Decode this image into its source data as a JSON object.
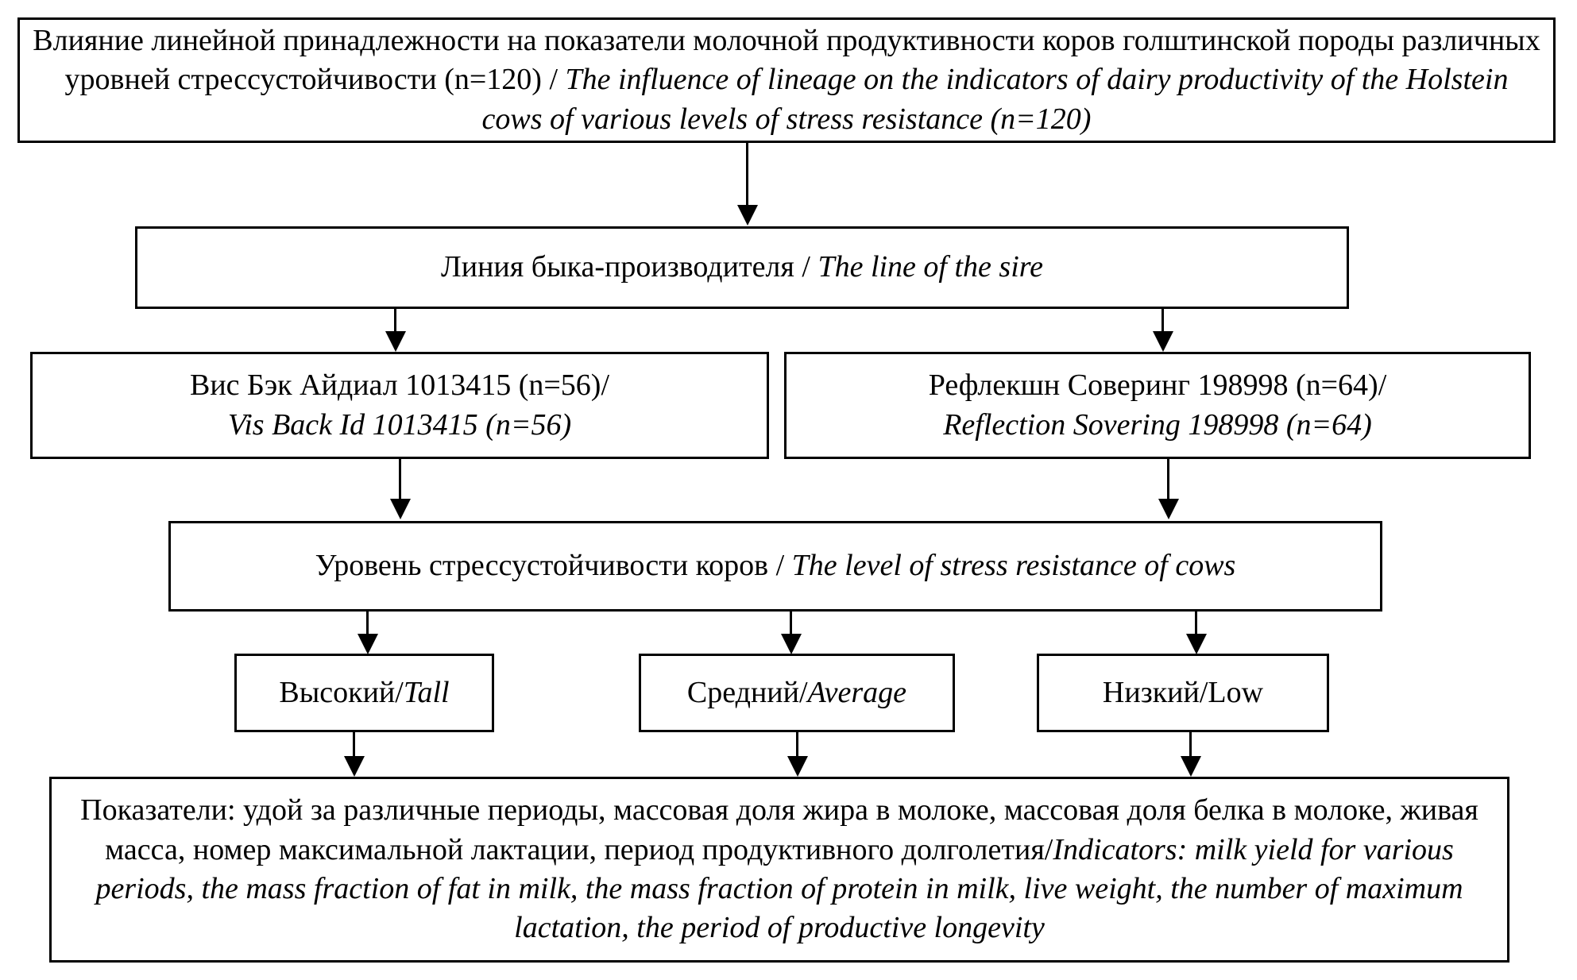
{
  "diagram": {
    "title_ru": "Влияние линейной принадлежности на показатели молочной продуктивности коров голштинской породы различных уровней стрессустойчивости (n=120) /",
    "nodes": {
      "root": {
        "ru": "Влияние линейной принадлежности на показатели молочной продуктивности коров голштинской породы различных уровней стрессустойчивости (n=120) / ",
        "en": "The influence of lineage on the indicators of dairy productivity of the Holstein cows of various levels of stress resistance (n=120)"
      },
      "sire": {
        "ru": "Линия быка-производителя / ",
        "en": "The line of the sire"
      },
      "line_a": {
        "ru": "Вис Бэк Айдиал 1013415 (n=56)/",
        "en": "Vis Back Id 1013415 (n=56)"
      },
      "line_b": {
        "ru": "Рефлекшн Соверинг 198998 (n=64)/",
        "en": "Reflection Sovering 198998 (n=64)"
      },
      "level": {
        "ru": "Уровень стрессустойчивости коров / ",
        "en": "The level of stress resistance of cows"
      },
      "tall": {
        "ru": "Высокий/",
        "en": "Tall"
      },
      "average": {
        "ru": "Средний/",
        "en": "Average"
      },
      "low": {
        "ru": "Низкий/",
        "en": "Low"
      },
      "indicators": {
        "ru": "Показатели: удой за различные периоды, массовая доля жира в молоке, массовая доля белка в молоке, живая масса, номер максимальной лактации, период продуктивного долголетия/",
        "en": "Indicators: milk yield for various periods, the mass fraction of fat in milk, the mass fraction of protein in milk, live weight, the number of maximum lactation, the period of productive longevity"
      }
    },
    "counts": {
      "total_n": "n=120",
      "vis_back_id_n": "n=56",
      "reflection_sovering_n": "n=64"
    },
    "colors": {
      "border": "#000000",
      "background": "#ffffff",
      "text": "#000000"
    }
  }
}
